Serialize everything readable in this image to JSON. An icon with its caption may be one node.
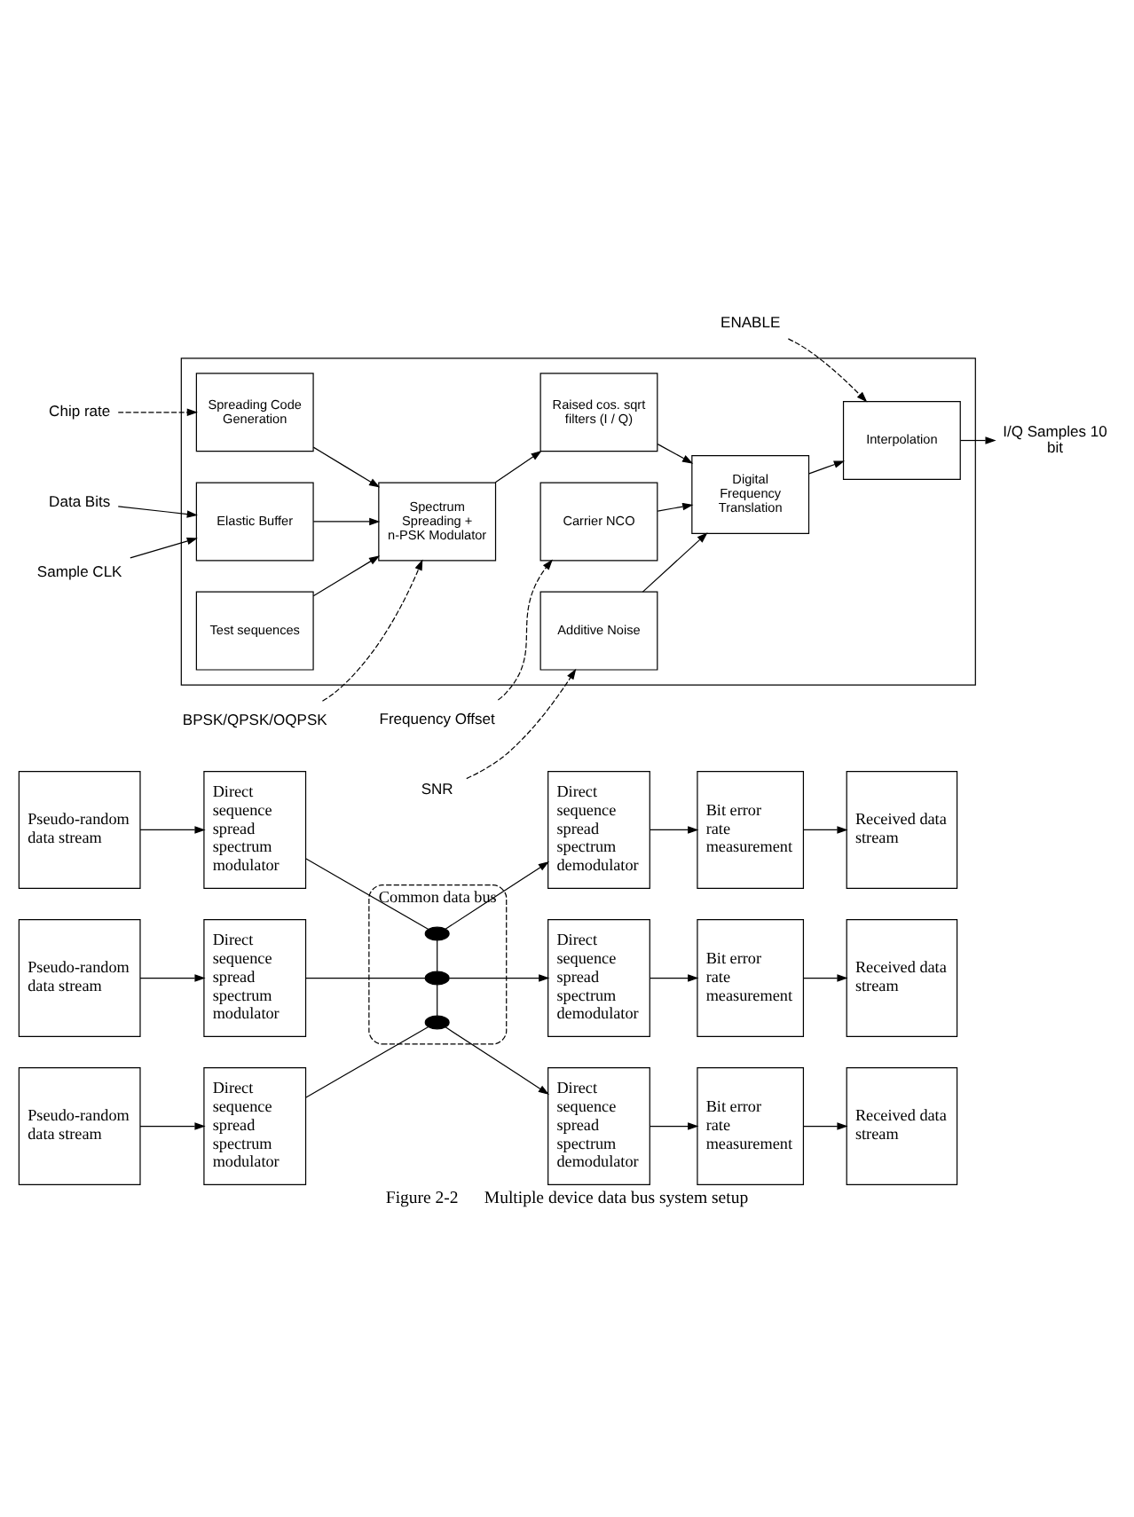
{
  "diagram": {
    "caption": "Figure 2-2      Multiple device data bus system setup",
    "nodes": [
      {
        "text": [
          "Pseudo-random data stream"
        ]
      },
      {
        "text": [
          "Direct sequence spread spectrum modulator"
        ]
      },
      {
        "text": [
          "Common data bus"
        ]
      },
      {
        "text": [],
        "shape": "circle",
        "in": 2
      },
      {
        "text": [
          "Direct sequence spread spectrum demodulator"
        ]
      },
      {
        "text": [
          "Bit error rate measurement"
        ]
      },
      {
        "text": [
          "Received data stream"
        ]
      },
      {
        "text": [
          "Pseudo-random data stream"
        ]
      },
      {
        "text": [
          "Direct sequence spread spectrum modulator"
        ]
      },
      {
        "text": [],
        "shape": "circle",
        "in": 2
      },
      {
        "text": [
          "Direct sequence spread spectrum demodulator"
        ]
      },
      {
        "text": [
          "Bit error rate measurement"
        ]
      },
      {
        "text": [
          "Received data stream"
        ]
      },
      {
        "text": [
          "Pseudo-random data stream"
        ]
      },
      {
        "text": [
          "Direct sequence spread spectrum modulator"
        ]
      },
      {
        "text": [],
        "shape": "circle",
        "in": 2
      },
      {
        "text": [
          "Direct sequence spread spectrum demodulator"
        ]
      },
      {
        "text": [
          "Bit error rate measurement"
        ]
      },
      {
        "text": [
          "Received data stream"
        ]
      },
      {
        "text": [],
        "shape": "box"
      },
      {
        "text": [
          "Frequency Offset"
        ]
      },
      {
        "text": [
          "Chip rate"
        ]
      },
      {
        "text": [
          "Spreading Code Generation"
        ],
        "in": 19
      },
      {
        "text": [
          "SNR"
        ]
      },
      {
        "text": [
          "Additive Noise"
        ],
        "in": 19
      },
      {
        "text": [
          "Carrier NCO"
        ],
        "in": 19
      },
      {
        "text": [
          "Data Bits"
        ]
      },
      {
        "text": [
          "Sample CLK"
        ]
      },
      {
        "text": [
          "Elastic Buffer"
        ],
        "in": 19
      },
      {
        "text": [
          "Spectrum Spreading + n-PSK Modulator"
        ],
        "in": 19
      },
      {
        "text": [
          "Raised cos. sqrt filters (I / Q)"
        ],
        "in": 19
      },
      {
        "text": [
          "Digital Frequency Translation"
        ],
        "in": 19
      },
      {
        "text": [
          "Interpolation"
        ],
        "in": 19
      },
      {
        "text": [
          "I/Q Samples 10 bit"
        ]
      },
      {
        "text": [
          "Test sequences"
        ],
        "in": 19
      },
      {
        "text": [
          "BPSK/QPSK/OQPSK"
        ]
      },
      {
        "text": [
          "ENABLE"
        ]
      }
    ],
    "edges": [
      {
        "from": 0,
        "to": 1,
        "arrow": "to"
      },
      {
        "from": 1,
        "to": 3,
        "arrow": "none"
      },
      {
        "from": 3,
        "to": 4,
        "arrow": "to"
      },
      {
        "from": 4,
        "to": 5,
        "arrow": "to"
      },
      {
        "from": 5,
        "to": 6,
        "arrow": "to"
      },
      {
        "from": 7,
        "to": 8,
        "arrow": "to"
      },
      {
        "from": 8,
        "to": 9,
        "arrow": "none"
      },
      {
        "from": 9,
        "to": 10,
        "arrow": "to"
      },
      {
        "from": 10,
        "to": 11,
        "arrow": "to"
      },
      {
        "from": 11,
        "to": 12,
        "arrow": "to"
      },
      {
        "from": 13,
        "to": 14,
        "arrow": "to"
      },
      {
        "from": 14,
        "to": 15,
        "arrow": "none"
      },
      {
        "from": 15,
        "to": 16,
        "arrow": "to"
      },
      {
        "from": 16,
        "to": 17,
        "arrow": "to"
      },
      {
        "from": 17,
        "to": 18,
        "arrow": "to"
      },
      {
        "from": 3,
        "to": 9,
        "arrow": "none"
      },
      {
        "from": 9,
        "to": 15,
        "arrow": "none"
      },
      {
        "from": 20,
        "to": 25,
        "arrow": "to",
        "style": "dashed"
      },
      {
        "from": 21,
        "to": 22,
        "arrow": "to",
        "style": "dashed"
      },
      {
        "from": 23,
        "to": 24,
        "arrow": "to",
        "style": "dashed"
      },
      {
        "from": 22,
        "to": 29,
        "arrow": "to"
      },
      {
        "from": 24,
        "to": 31,
        "arrow": "to"
      },
      {
        "from": 25,
        "to": 31,
        "arrow": "to"
      },
      {
        "from": 26,
        "to": 28,
        "arrow": "to"
      },
      {
        "from": 27,
        "to": 28,
        "arrow": "to"
      },
      {
        "from": 28,
        "to": 29,
        "arrow": "to"
      },
      {
        "from": 34,
        "to": 29,
        "arrow": "to"
      },
      {
        "from": 35,
        "to": 29,
        "arrow": "to",
        "style": "dashed"
      },
      {
        "from": 29,
        "to": 30,
        "arrow": "to"
      },
      {
        "from": 30,
        "to": 31,
        "arrow": "to"
      },
      {
        "from": 31,
        "to": 32,
        "arrow": "to"
      },
      {
        "from": 36,
        "to": 32,
        "arrow": "to",
        "style": "dashed"
      },
      {
        "from": 32,
        "to": 33,
        "arrow": "to"
      }
    ]
  }
}
